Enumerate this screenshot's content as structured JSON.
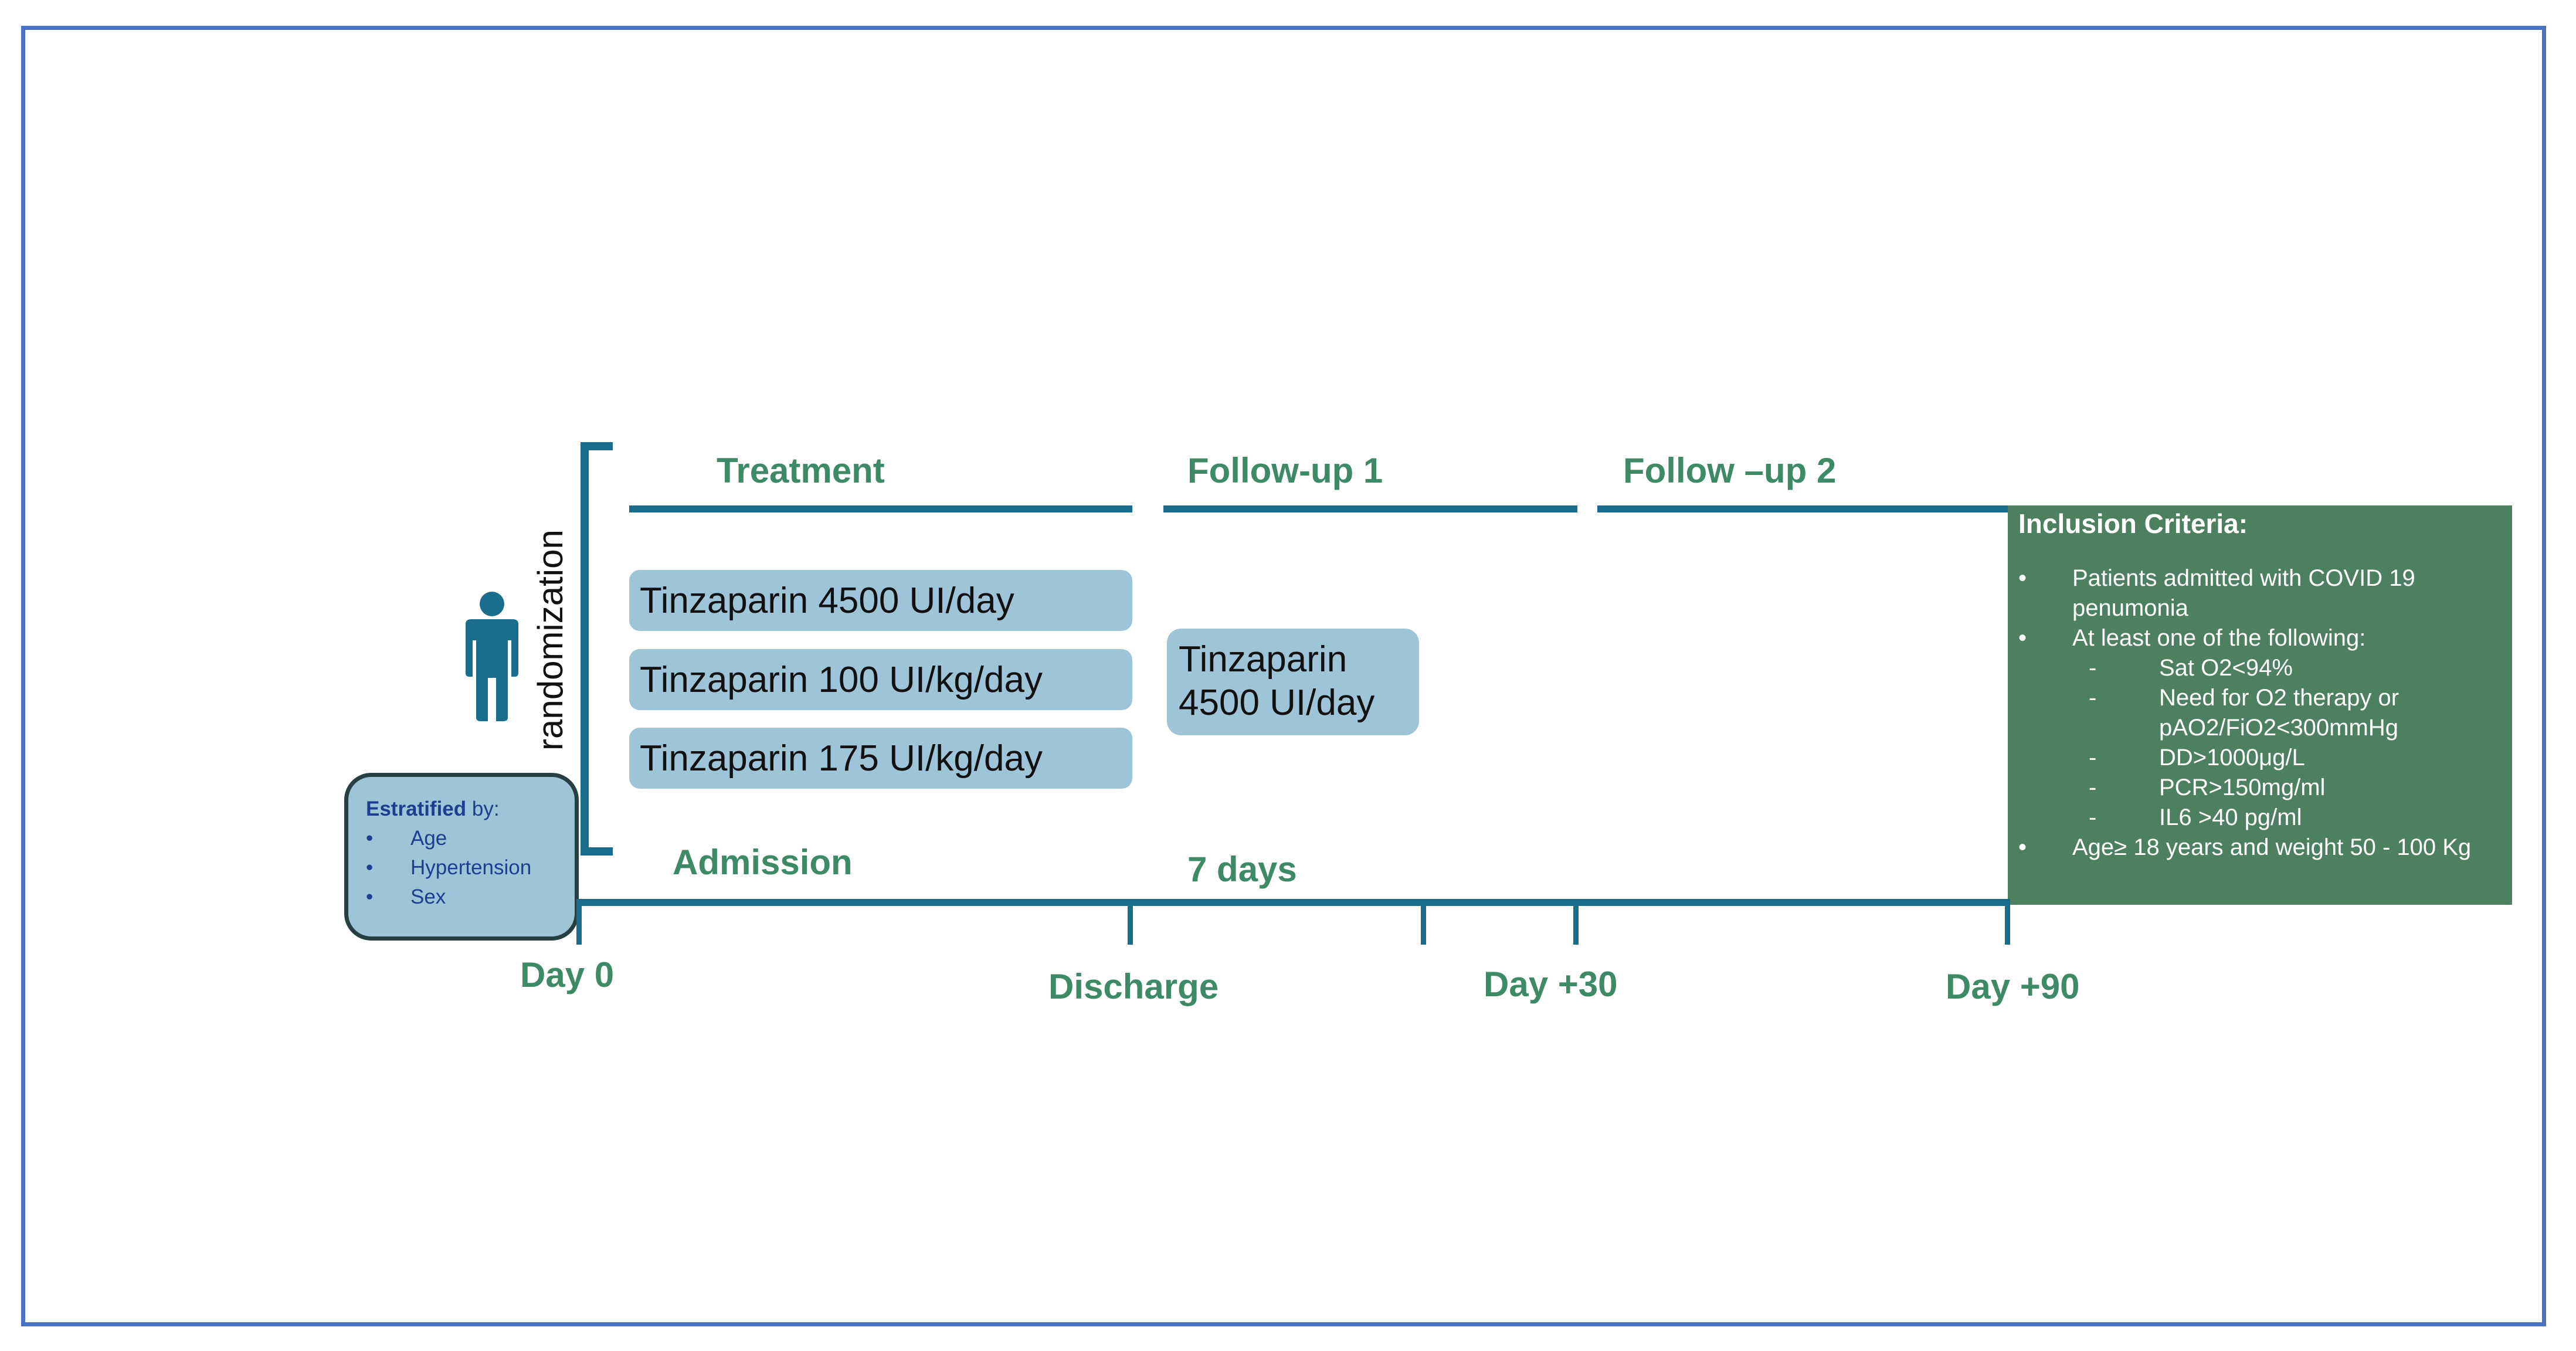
{
  "phases": {
    "treatment": "Treatment",
    "followup1": "Follow-up  1",
    "followup2": "Follow –up  2"
  },
  "randomization_label": "randomization",
  "treatment_arms": [
    "Tinzaparin 4500 UI/day",
    "Tinzaparin 100 UI/kg/day",
    "Tinzaparin 175 UI/kg/day"
  ],
  "followup_dose": "Tinzaparin\n4500 UI/day",
  "timeline": {
    "admission": "Admission",
    "seven_days": "7 days",
    "day0": "Day 0",
    "discharge": "Discharge",
    "day30": "Day +30",
    "day90": "Day +90"
  },
  "stratified": {
    "title_bold": "Estratified",
    "title_rest": " by:",
    "bullet": "•",
    "items": [
      "Age",
      "Hypertension",
      "Sex"
    ]
  },
  "inclusion": {
    "title": "Inclusion Criteria:",
    "bullet": "•",
    "dash": "-",
    "item1": "Patients admitted with COVID 19 penumonia",
    "item2": "At least one of the following:",
    "subitems": [
      "Sat O2<94%",
      "Need for O2 therapy or pAO2/FiO2<300mmHg",
      "DD>1000μg/L",
      "PCR>150mg/ml",
      "IL6 >40 pg/ml"
    ],
    "item3": "Age≥ 18 years and weight  50 - 100 Kg"
  },
  "colors": {
    "frame": "#4a72c4",
    "line": "#1b6d8c",
    "phase_text": "#3f8a66",
    "dose_box": "#9dc5d7",
    "inclusion_box": "#4d8060",
    "person_icon": "#1b6d8c"
  }
}
